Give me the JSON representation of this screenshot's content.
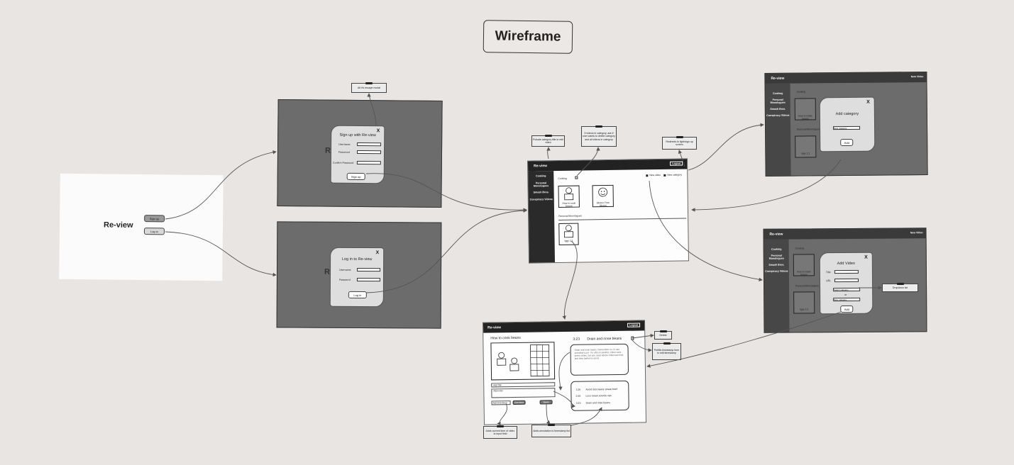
{
  "title": "Wireframe",
  "landing": {
    "brand": "Re-view",
    "signup_btn": "Sign up",
    "login_btn": "Log in"
  },
  "signup_modal": {
    "close": "X",
    "title": "Sign up with Re-view",
    "fields": [
      "Username",
      "Password",
      "Confirm Password"
    ],
    "submit": "Sign up",
    "note": "Alt it's escape modal",
    "bg_letter": "R"
  },
  "login_modal": {
    "close": "X",
    "title": "Log in to Re-view",
    "fields": [
      "Username",
      "Password"
    ],
    "submit": "Log in",
    "bg_letter": "R"
  },
  "main": {
    "brand": "Re-view",
    "logout": "Logout",
    "sidebar": [
      "Cooking",
      "Personal Monologues",
      "Smash Bros.",
      "Conspiracy Videos"
    ],
    "category_cooking": "Cooking",
    "new_video": "New video",
    "new_category": "New category",
    "videos_cooking": [
      "How to cook beans",
      "Gluten Free Gluten"
    ],
    "category_personal": "Personal Monologues",
    "videos_personal": [
      "Iggy 2.1"
    ],
    "notes": {
      "edit": "Pulsate category title to edit video",
      "delete": "If videos in category, ask if user wants to delete category and all videos in category",
      "redirect": "Redirects to light/sign up screen"
    }
  },
  "add_category": {
    "brand": "Re-view",
    "new_video": "New Video",
    "sidebar": [
      "Cooking",
      "Personal Monologues",
      "Smash Bros.",
      "Conspiracy Videos"
    ],
    "category": "Cooking",
    "category2": "Personal Monologues",
    "video1": "How to make beans",
    "video2": "Iggy 2.1",
    "close": "X",
    "modal_title": "Add category",
    "placeholder": "New category",
    "submit": "Add"
  },
  "add_video": {
    "brand": "Re-view",
    "new_video": "New Video",
    "sidebar": [
      "Cooking",
      "Personal Monologues",
      "Smash Bros.",
      "Conspiracy Videos"
    ],
    "category": "Cooking",
    "category2": "Personal Monologues",
    "video1": "How to make beans",
    "video2": "Iggy 2.1",
    "close": "X",
    "modal_title": "Add Video",
    "title_label": "Title",
    "url_label": "URL",
    "select_label": "Select category",
    "or_label": "or",
    "new_cat_placeholder": "New category",
    "submit": "Add",
    "note": "Dropdown list"
  },
  "video_page": {
    "brand": "Re-view",
    "logout": "Logout",
    "video_title": "How to cook beans",
    "current_ts": "3:23",
    "current_ts_title": "Drain and rinse beans",
    "description": "Drain and rinse beans. Remember no. in use grandma's pot - for ultra in peeling. Video uses green chiles, but you used adobe chiles last time and they tasted so good.",
    "add_title_placeholder": "Add Title",
    "add_notes_placeholder": "Add notes",
    "timestamp_placeholder": "Add timestamp",
    "get_time_btn": "Get time",
    "save_btn": "Save",
    "timestamps": [
      {
        "time": "1:26",
        "label": "Avoid microwave sneak beef"
      },
      {
        "time": "2:45",
        "label": "Loco mean sounds ops"
      },
      {
        "time": "3:23",
        "label": "Drain and rinse beans"
      }
    ],
    "notes": {
      "delete": "Delete",
      "prefill": "Prefills timestamp form to edit timestamp",
      "gettime": "Adds current time of video to input field",
      "add_ts": "Adds annotation to timestamp list"
    }
  },
  "colors": {
    "background": "#e9e5e2",
    "dark_panel": "#6c6c6c",
    "appbar": "#222222",
    "modal": "#dedede"
  }
}
